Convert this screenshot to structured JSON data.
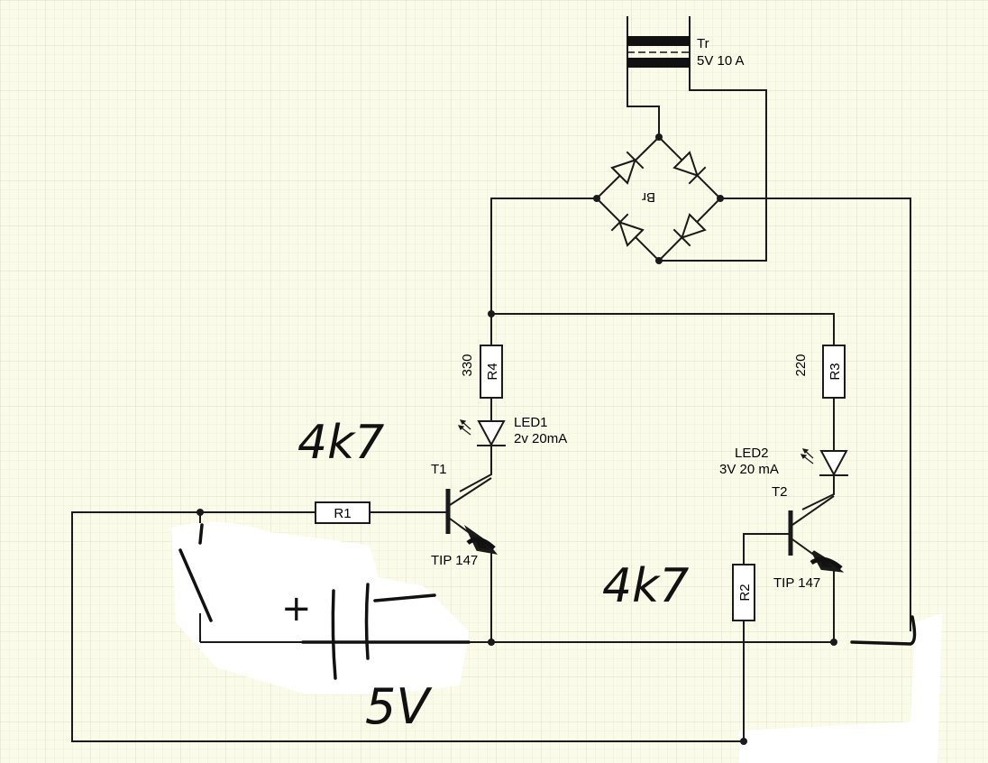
{
  "colors": {
    "background": "#fbfbea",
    "grid_fine": "#eeeed8",
    "grid_major": "#dedec4",
    "wire": "#1a1a1a",
    "ink": "#111111"
  },
  "transformer": {
    "name": "Tr",
    "rating": "5V 10 A"
  },
  "bridge": {
    "name": "Br"
  },
  "r4": {
    "name": "R4",
    "value": "330"
  },
  "r3": {
    "name": "R3",
    "value": "220"
  },
  "r1": {
    "name": "R1"
  },
  "r2": {
    "name": "R2"
  },
  "led1": {
    "name": "LED1",
    "rating": "2v 20mA"
  },
  "led2": {
    "name": "LED2",
    "rating": "3V 20 mA"
  },
  "t1": {
    "name": "T1",
    "part": "TIP 147"
  },
  "t2": {
    "name": "T2",
    "part": "TIP 147"
  },
  "handwritten": {
    "r1_value": "4k7",
    "r2_value": "4k7",
    "supply": "5V",
    "plus": "+"
  }
}
